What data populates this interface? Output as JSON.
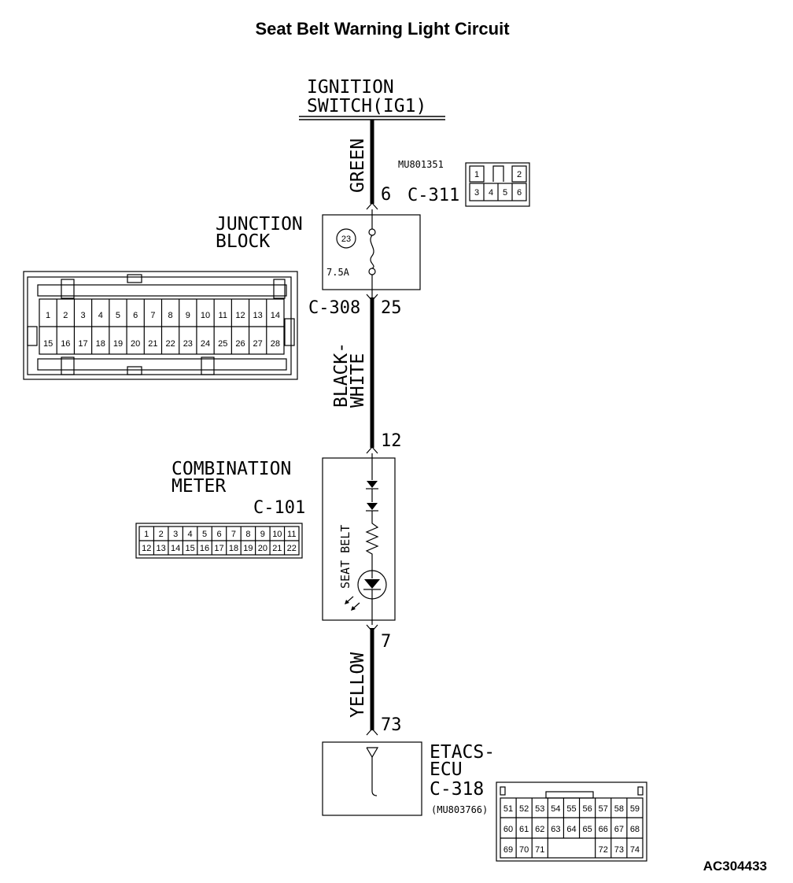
{
  "title": "Seat Belt Warning Light Circuit",
  "reference": "AC304433",
  "ignition": {
    "line1": "IGNITION",
    "line2": "SWITCH(IG1)"
  },
  "wires": {
    "green": "GREEN",
    "black_white_1": "BLACK-",
    "black_white_2": "WHITE",
    "yellow": "YELLOW"
  },
  "pins": {
    "p6": "6",
    "p25": "25",
    "p12": "12",
    "p7": "7",
    "p73": "73"
  },
  "c311": {
    "part_no": "MU801351",
    "label": "C-311",
    "cells": [
      "1",
      "2",
      "3",
      "4",
      "5",
      "6"
    ]
  },
  "junction_block": {
    "line1": "JUNCTION",
    "line2": "BLOCK",
    "fuse_no": "23",
    "fuse_rating": "7.5A",
    "connector": "C-308",
    "row1": [
      "1",
      "2",
      "3",
      "4",
      "5",
      "6",
      "7",
      "8",
      "9",
      "10",
      "11",
      "12",
      "13",
      "14"
    ],
    "row2": [
      "15",
      "16",
      "17",
      "18",
      "19",
      "20",
      "21",
      "22",
      "23",
      "24",
      "25",
      "26",
      "27",
      "28"
    ]
  },
  "combination_meter": {
    "line1": "COMBINATION",
    "line2": "METER",
    "connector": "C-101",
    "lamp_label": "SEAT BELT",
    "row1": [
      "1",
      "2",
      "3",
      "4",
      "5",
      "6",
      "7",
      "8",
      "9",
      "10",
      "11"
    ],
    "row2": [
      "12",
      "13",
      "14",
      "15",
      "16",
      "17",
      "18",
      "19",
      "20",
      "21",
      "22"
    ]
  },
  "etacs": {
    "line1": "ETACS-",
    "line2": "ECU",
    "connector": "C-318",
    "part_no": "(MU803766)",
    "row1": [
      "51",
      "52",
      "53",
      "54",
      "55",
      "56",
      "57",
      "58",
      "59"
    ],
    "row2": [
      "60",
      "61",
      "62",
      "63",
      "64",
      "65",
      "66",
      "67",
      "68"
    ],
    "row3_left": [
      "69",
      "70",
      "71"
    ],
    "row3_right": [
      "72",
      "73",
      "74"
    ]
  }
}
